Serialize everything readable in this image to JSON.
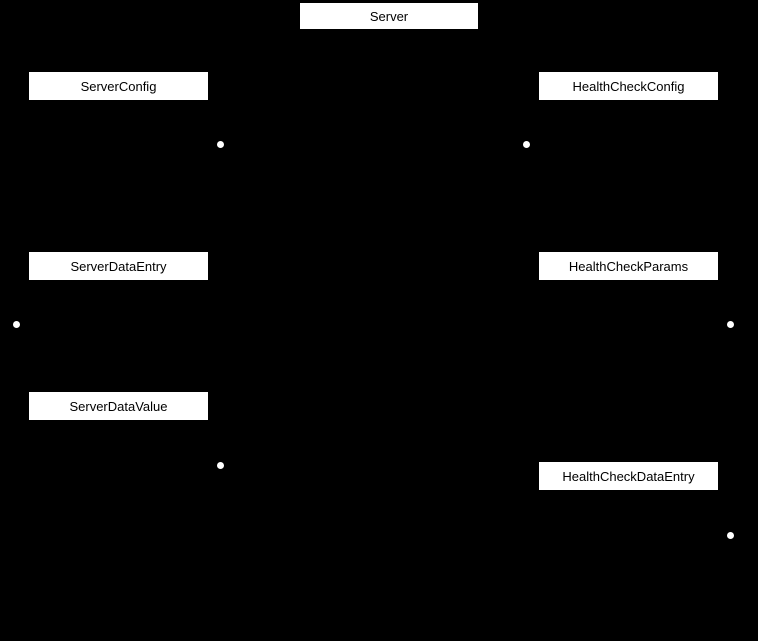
{
  "diagram": {
    "background_color": "#000000",
    "node_fill_color": "#ffffff",
    "node_text_color": "#000000",
    "dot_color": "#ffffff",
    "nodes": [
      {
        "id": "server",
        "label": "Server"
      },
      {
        "id": "server-config",
        "label": "ServerConfig"
      },
      {
        "id": "health-check-config",
        "label": "HealthCheckConfig"
      },
      {
        "id": "server-data-entry",
        "label": "ServerDataEntry"
      },
      {
        "id": "health-check-params",
        "label": "HealthCheckParams"
      },
      {
        "id": "server-data-value",
        "label": "ServerDataValue"
      },
      {
        "id": "health-check-data-entry",
        "label": "HealthCheckDataEntry"
      }
    ]
  }
}
